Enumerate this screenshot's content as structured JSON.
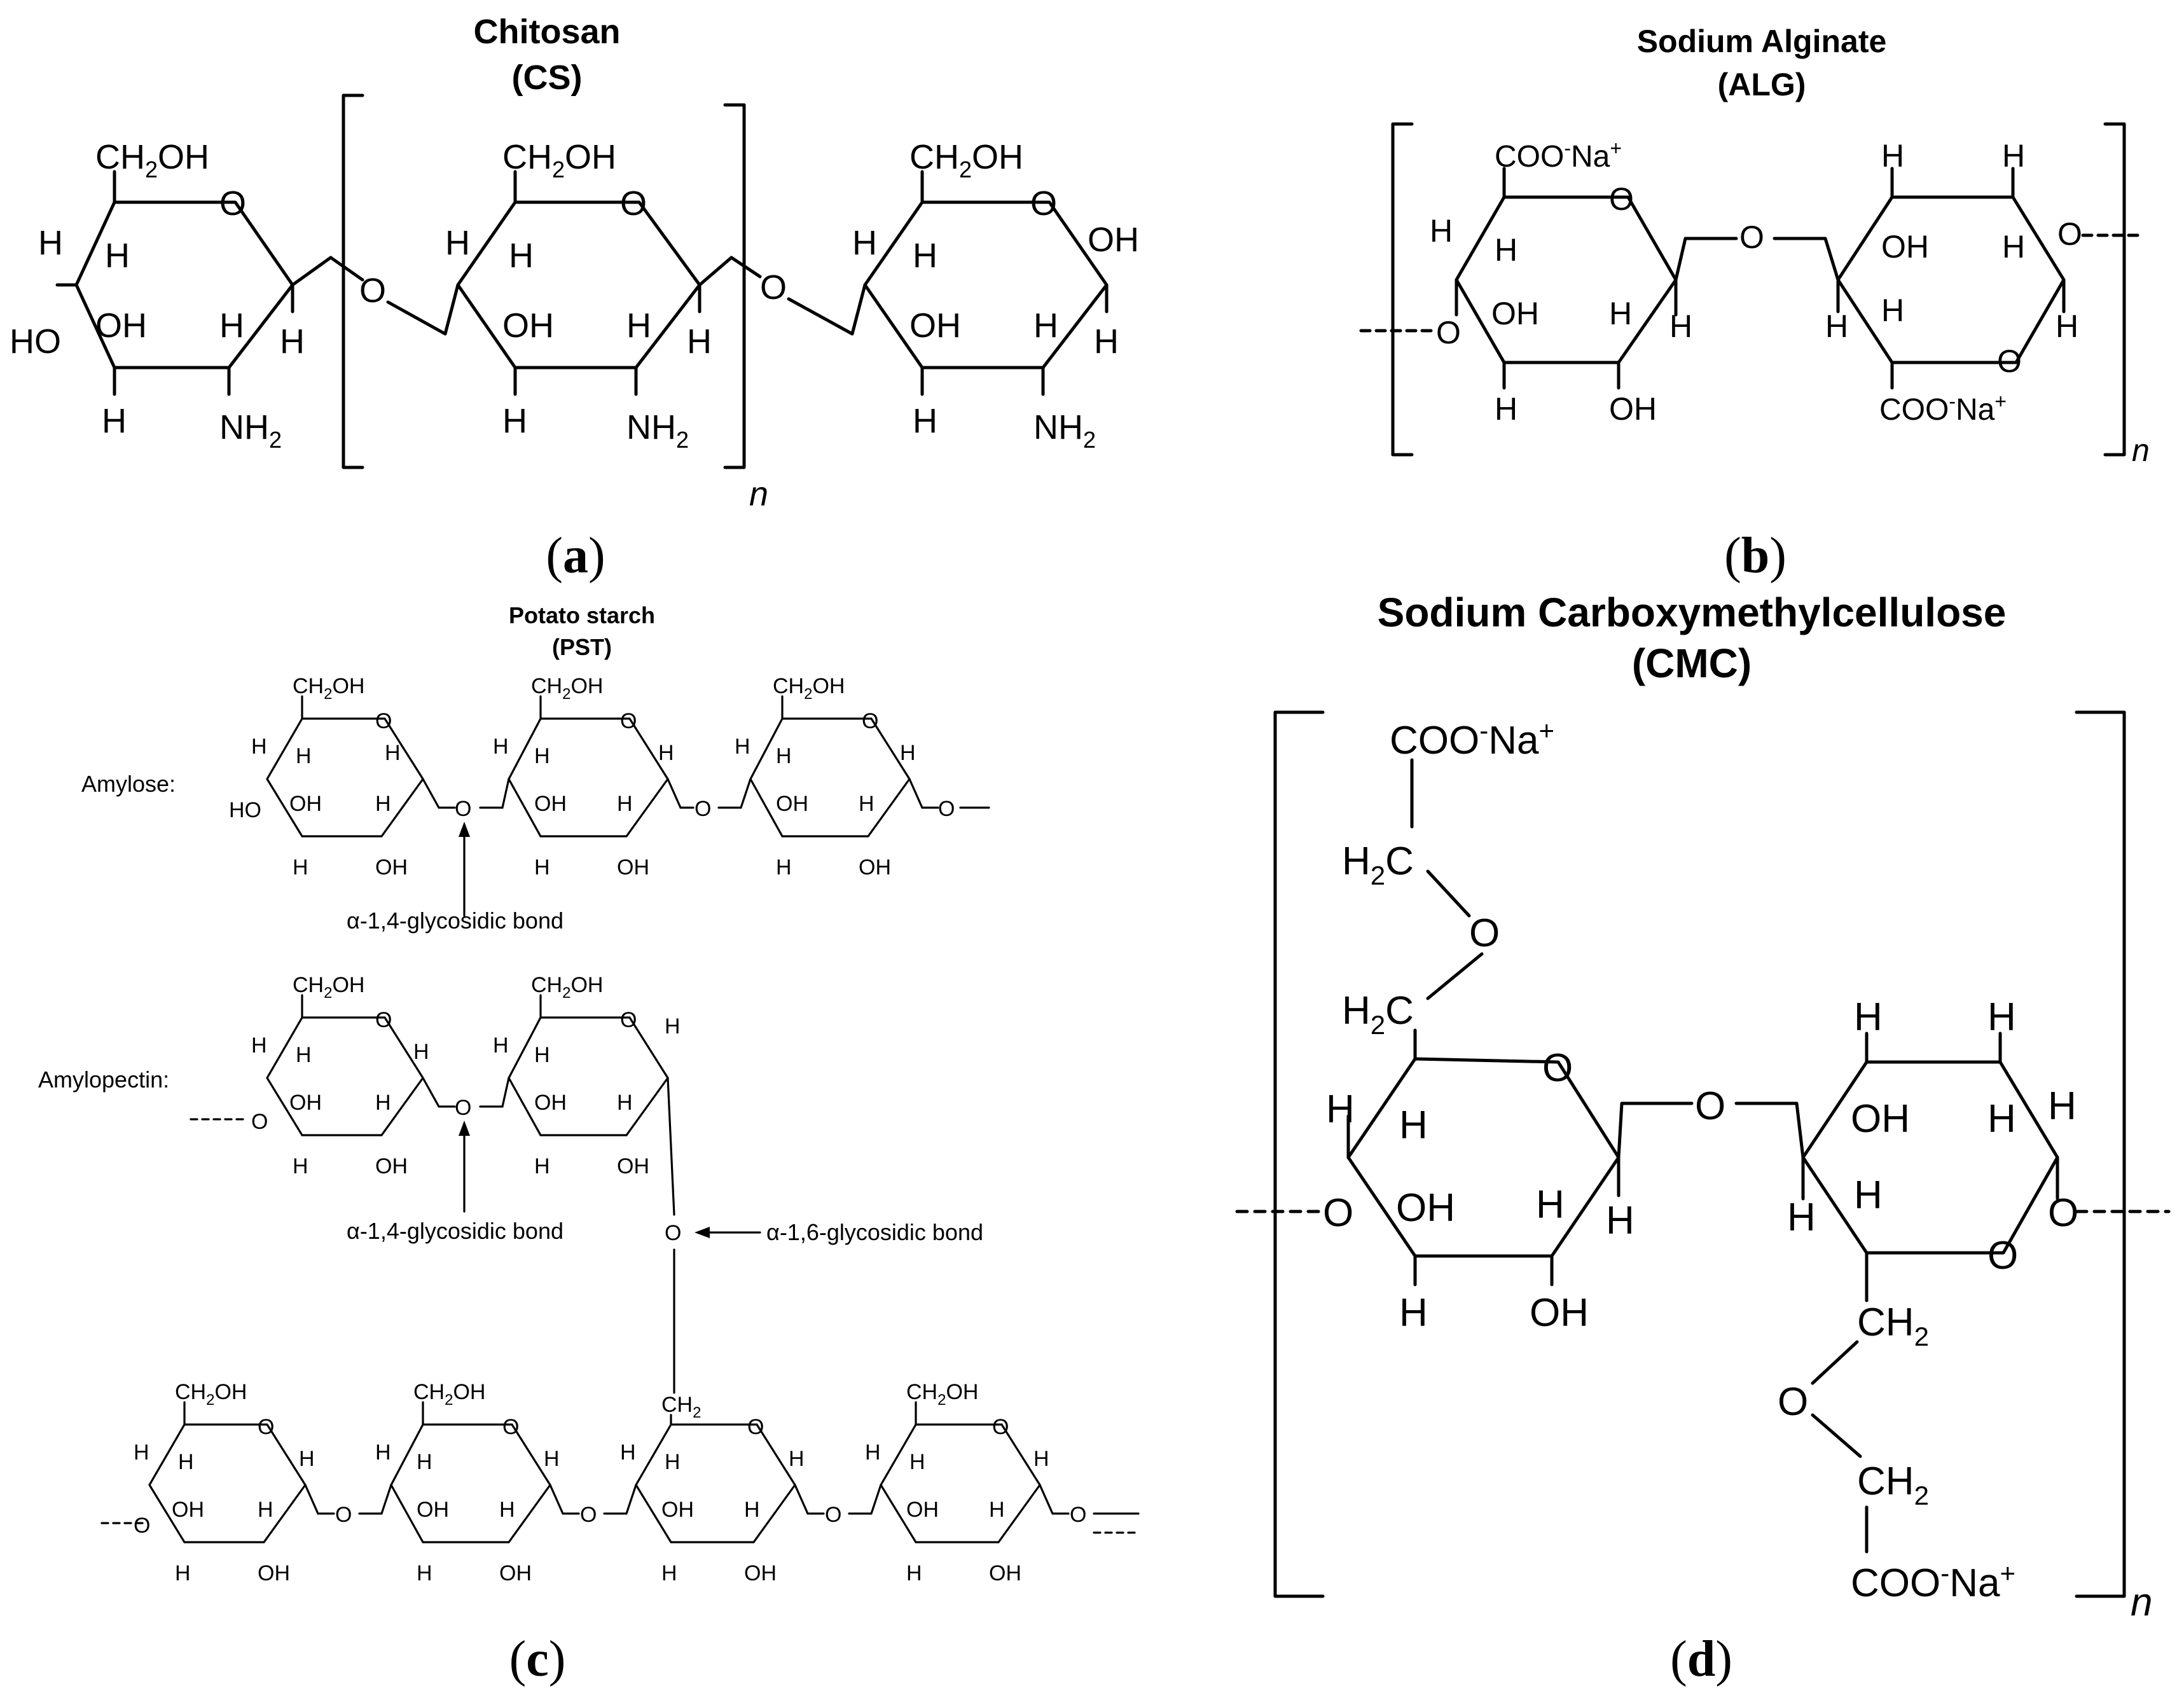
{
  "panels": {
    "a": {
      "title": "Chitosan",
      "abbr": "(CS)",
      "label_open": "(",
      "label_letter": "a",
      "label_close": ")",
      "repeat": "n",
      "atoms": {
        "ring_o": "O",
        "bridge_o": "O",
        "ch2oh": "CH2OH",
        "oh": "OH",
        "ho": "HO",
        "h": "H",
        "nh2": "NH2"
      }
    },
    "b": {
      "title": "Sodium Alginate",
      "abbr": "(ALG)",
      "label_letter": "b",
      "repeat": "n",
      "atoms": {
        "o": "O",
        "oh": "OH",
        "h": "H",
        "coo_na": "COO-Na+"
      }
    },
    "c": {
      "title": "Potato starch",
      "abbr": "(PST)",
      "label_letter": "c",
      "amylose": "Amylose:",
      "amylopectin": "Amylopectin:",
      "bond_14": "α-1,4-glycosidic bond",
      "bond_16": "α-1,6-glycosidic bond",
      "atoms": {
        "o": "O",
        "oh": "OH",
        "ho": "HO",
        "h": "H",
        "ch2oh": "CH2OH",
        "ch2": "CH2"
      }
    },
    "d": {
      "title": "Sodium Carboxymethylcellulose",
      "abbr": "(CMC)",
      "label_letter": "d",
      "repeat": "n",
      "atoms": {
        "o": "O",
        "oh": "OH",
        "h": "H",
        "h2c": "H2C",
        "ch2": "CH2",
        "coo_na": "COO-Na+"
      }
    }
  },
  "colors": {
    "ink": "#000000",
    "background": "#ffffff"
  }
}
